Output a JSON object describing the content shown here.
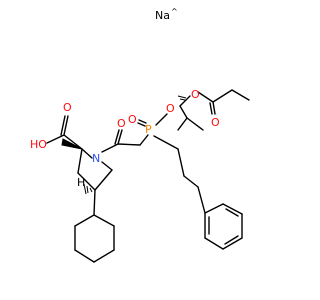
{
  "structure": {
    "sodium_label": "Na",
    "sodium_mark": "^",
    "acid_label": "HO",
    "acid_carbonyl_o": "O",
    "n_label": "N",
    "amide_o": "O",
    "p_label": "P",
    "po_label": "O",
    "ester_o": "O",
    "ester_o2": "O",
    "ester_carbonyl_o": "O",
    "h_label": "H"
  },
  "colors": {
    "oxygen": "#ff0d0d",
    "nitrogen": "#3050f8",
    "phosphorus": "#ff8000",
    "bond": "#000000"
  }
}
